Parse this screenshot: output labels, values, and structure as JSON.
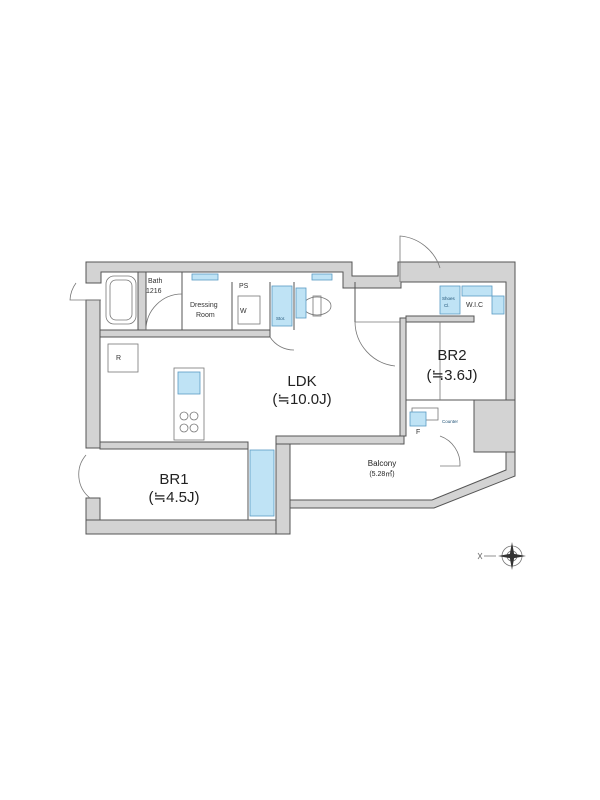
{
  "rooms": {
    "bath": {
      "name": "Bath",
      "size": "1216"
    },
    "dressing": {
      "line1": "Dressing",
      "line2": "Room"
    },
    "ldk": {
      "name": "LDK",
      "area": "(≒10.0J)"
    },
    "br1": {
      "name": "BR1",
      "area": "(≒4.5J)"
    },
    "br2": {
      "name": "BR2",
      "area": "(≒3.6J)"
    },
    "balcony": {
      "name": "Balcony",
      "area": "(5.28㎡)"
    }
  },
  "labels": {
    "ps": "PS",
    "w": "W",
    "r": "R",
    "f": "F",
    "shoes": "Shoes",
    "shoes_cl": "Cl.",
    "wic": "W.I.C",
    "counter": "Counter",
    "stor": "Stor."
  },
  "colors": {
    "storage": "#bfe3f5",
    "wall": "#d3d3d3"
  }
}
